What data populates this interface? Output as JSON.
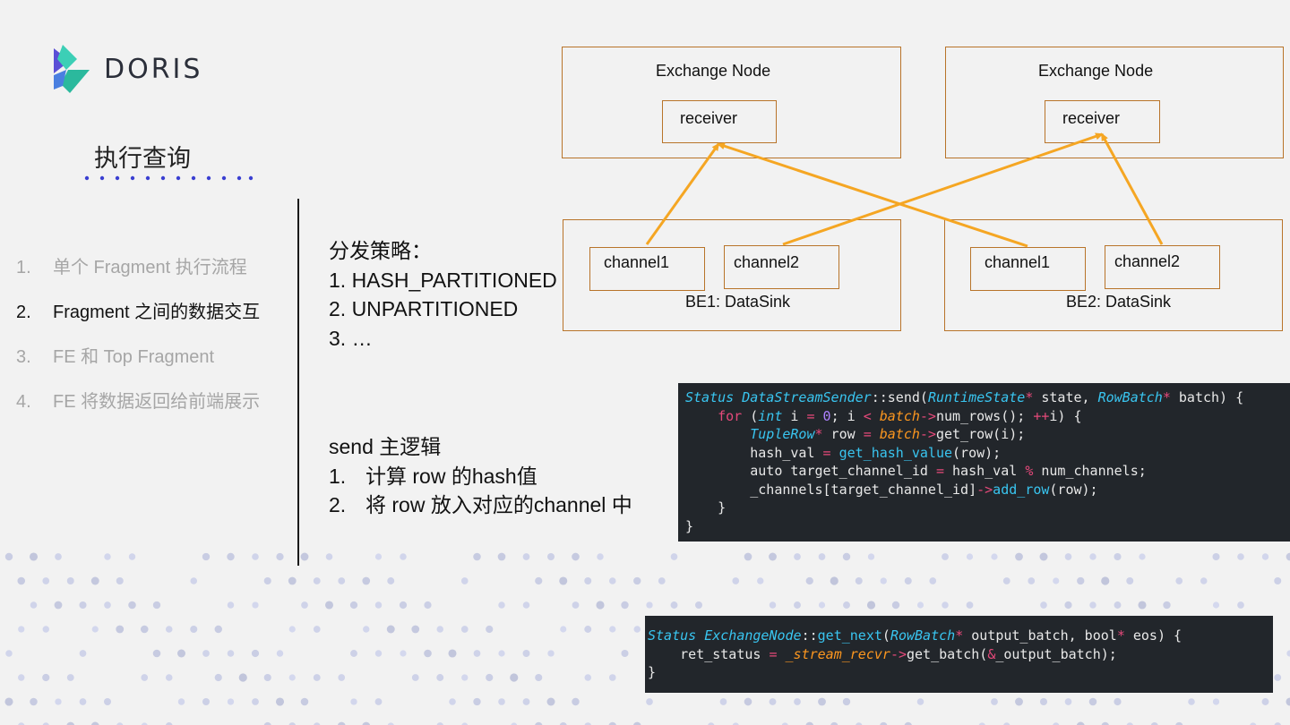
{
  "logo": {
    "text": "DORIS"
  },
  "section_title": "执行查询",
  "agenda": [
    {
      "num": "1.",
      "label": "单个 Fragment 执行流程",
      "active": false
    },
    {
      "num": "2.",
      "label": "Fragment 之间的数据交互",
      "active": true
    },
    {
      "num": "3.",
      "label": "FE 和 Top Fragment",
      "active": false
    },
    {
      "num": "4.",
      "label": "FE 将数据返回给前端展示",
      "active": false
    }
  ],
  "strategy": {
    "title": "分发策略：",
    "items": [
      "1. HASH_PARTITIONED",
      "2. UNPARTITIONED",
      "3.  …"
    ]
  },
  "send_logic": {
    "title": "send 主逻辑",
    "items": [
      {
        "num": "1.",
        "text": "计算 row 的hash值"
      },
      {
        "num": "2.",
        "text": "将 row 放入对应的channel 中"
      }
    ]
  },
  "diagram": {
    "exchange_node_1": {
      "title": "Exchange Node",
      "receiver": "receiver"
    },
    "exchange_node_2": {
      "title": "Exchange Node",
      "receiver": "receiver"
    },
    "be1": {
      "label": "BE1: DataSink",
      "channel1": "channel1",
      "channel2": "channel2"
    },
    "be2": {
      "label": "BE2: DataSink",
      "channel1": "channel1",
      "channel2": "channel2"
    },
    "box_color": "#b8742a",
    "arrow_color": "#f5a623"
  },
  "code_send": [
    [
      [
        "type",
        "Status "
      ],
      [
        "type",
        "DataStreamSender"
      ],
      [
        "plain",
        "::send("
      ],
      [
        "type",
        "RuntimeState"
      ],
      [
        "kw",
        "*"
      ],
      [
        "plain",
        " state, "
      ],
      [
        "type",
        "RowBatch"
      ],
      [
        "kw",
        "*"
      ],
      [
        "plain",
        " batch) {"
      ]
    ],
    [
      [
        "plain",
        "    "
      ],
      [
        "kw",
        "for"
      ],
      [
        "plain",
        " ("
      ],
      [
        "type",
        "int"
      ],
      [
        "plain",
        " i "
      ],
      [
        "kw",
        "="
      ],
      [
        "plain",
        " "
      ],
      [
        "num",
        "0"
      ],
      [
        "plain",
        "; i "
      ],
      [
        "kw",
        "<"
      ],
      [
        "plain",
        " "
      ],
      [
        "var",
        "batch"
      ],
      [
        "kw",
        "->"
      ],
      [
        "plain",
        "num_rows(); "
      ],
      [
        "kw",
        "++"
      ],
      [
        "plain",
        "i) {"
      ]
    ],
    [
      [
        "plain",
        "        "
      ],
      [
        "type",
        "TupleRow"
      ],
      [
        "kw",
        "*"
      ],
      [
        "plain",
        " row "
      ],
      [
        "kw",
        "="
      ],
      [
        "plain",
        " "
      ],
      [
        "var",
        "batch"
      ],
      [
        "kw",
        "->"
      ],
      [
        "plain",
        "get_row(i);"
      ]
    ],
    [
      [
        "plain",
        "        hash_val "
      ],
      [
        "kw",
        "="
      ],
      [
        "plain",
        " "
      ],
      [
        "fn",
        "get_hash_value"
      ],
      [
        "plain",
        "(row);"
      ]
    ],
    [
      [
        "plain",
        "        auto target_channel_id "
      ],
      [
        "kw",
        "="
      ],
      [
        "plain",
        " hash_val "
      ],
      [
        "kw",
        "%"
      ],
      [
        "plain",
        " num_channels;"
      ]
    ],
    [
      [
        "plain",
        "        _channels[target_channel_id]"
      ],
      [
        "kw",
        "->"
      ],
      [
        "fn",
        "add_row"
      ],
      [
        "plain",
        "(row);"
      ]
    ],
    [
      [
        "plain",
        "    }"
      ]
    ],
    [
      [
        "plain",
        "}"
      ]
    ]
  ],
  "code_next": [
    [
      [
        "type",
        "Status "
      ],
      [
        "type",
        "ExchangeNode"
      ],
      [
        "plain",
        "::"
      ],
      [
        "fn",
        "get_next"
      ],
      [
        "plain",
        "("
      ],
      [
        "type",
        "RowBatch"
      ],
      [
        "kw",
        "*"
      ],
      [
        "plain",
        " output_batch, bool"
      ],
      [
        "kw",
        "*"
      ],
      [
        "plain",
        " eos) {"
      ]
    ],
    [
      [
        "plain",
        "    ret_status "
      ],
      [
        "kw",
        "="
      ],
      [
        "plain",
        " "
      ],
      [
        "var",
        "_stream_recvr"
      ],
      [
        "kw",
        "->"
      ],
      [
        "plain",
        "get_batch("
      ],
      [
        "kw",
        "&"
      ],
      [
        "plain",
        "_output_batch);"
      ]
    ],
    [
      [
        "plain",
        "}"
      ]
    ]
  ]
}
